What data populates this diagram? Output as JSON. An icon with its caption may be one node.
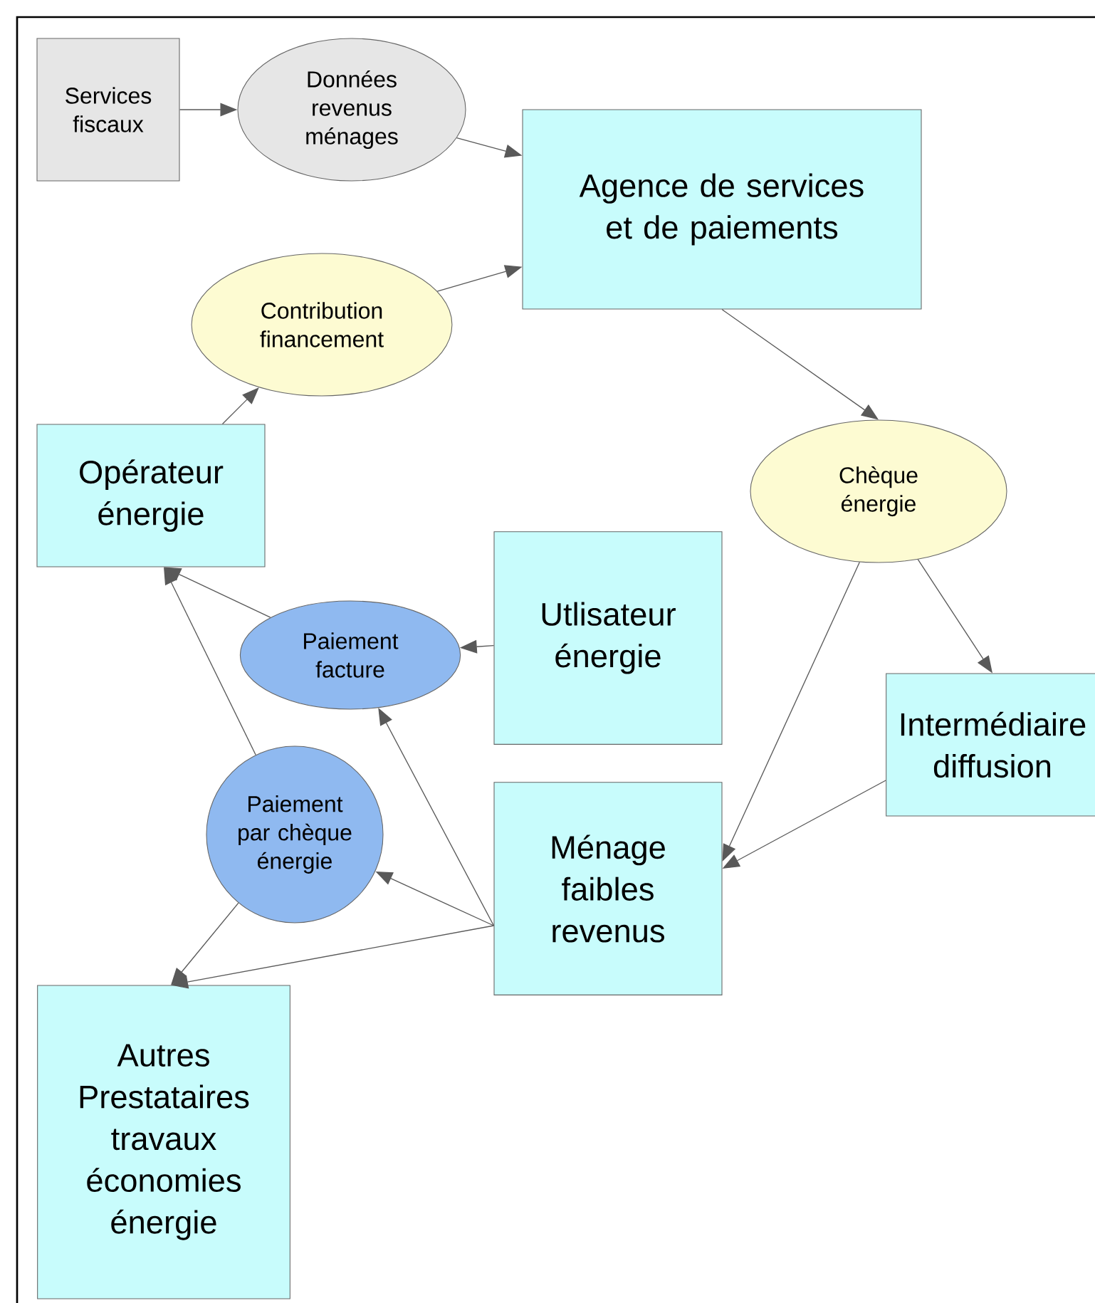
{
  "diagram": {
    "nodes": [
      {
        "text": [
          "Services fiscaux"
        ]
      },
      {
        "text": [
          "Données revenus ménages"
        ]
      },
      {
        "text": [
          "Agence de services et de paiements"
        ]
      },
      {
        "text": [
          "Contribution financement"
        ]
      },
      {
        "text": [
          "Opérateur énergie"
        ]
      },
      {
        "text": [
          "Chèque énergie"
        ]
      },
      {
        "text": [
          "Utlisateur énergie"
        ]
      },
      {
        "text": [
          "Paiement facture"
        ]
      },
      {
        "text": [
          "Intermédiaire diffusion"
        ]
      },
      {
        "text": [
          "Ménage faibles revenus"
        ]
      },
      {
        "text": [
          "Paiement par chèque énergie"
        ]
      },
      {
        "text": [
          "Autres Prestataires travaux économies énergie"
        ]
      }
    ],
    "edges": [
      {
        "from": 0,
        "to": 1,
        "arrow": "to"
      },
      {
        "from": 1,
        "to": 2,
        "arrow": "to"
      },
      {
        "from": 3,
        "to": 2,
        "arrow": "to"
      },
      {
        "from": 4,
        "to": 3,
        "arrow": "to"
      },
      {
        "from": 2,
        "to": 5,
        "arrow": "to"
      },
      {
        "from": 5,
        "to": 8,
        "arrow": "to"
      },
      {
        "from": 5,
        "to": 9,
        "arrow": "to"
      },
      {
        "from": 8,
        "to": 9,
        "arrow": "to"
      },
      {
        "from": 6,
        "to": 7,
        "arrow": "to"
      },
      {
        "from": 7,
        "to": 4,
        "arrow": "to"
      },
      {
        "from": 10,
        "to": 4,
        "arrow": "to"
      },
      {
        "from": 9,
        "to": 7,
        "arrow": "to"
      },
      {
        "from": 9,
        "to": 10,
        "arrow": "to"
      },
      {
        "from": 9,
        "to": 11,
        "arrow": "to"
      },
      {
        "from": 10,
        "to": 11,
        "arrow": "to"
      }
    ]
  }
}
